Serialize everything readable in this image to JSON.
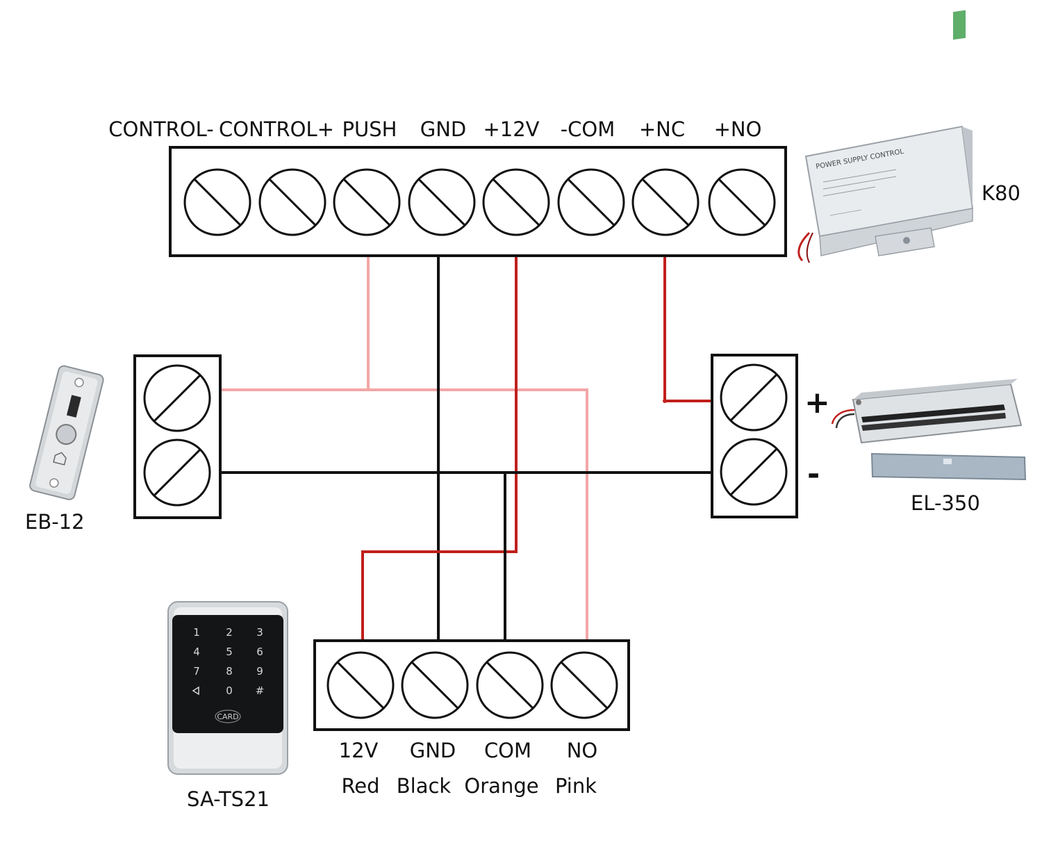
{
  "k80": {
    "name": "K80",
    "terminals": [
      "CONTROL-",
      "CONTROL+",
      "PUSH",
      "GND",
      "+12V",
      "-COM",
      "+NC",
      "+NO"
    ],
    "device_text": "POWER SUPPLY CONTROL"
  },
  "exit_button": {
    "name": "EB-12"
  },
  "lock": {
    "name": "EL-350",
    "plus": "+",
    "minus": "-"
  },
  "reader": {
    "name": "SA-TS21",
    "terminals": [
      "12V",
      "GND",
      "COM",
      "NO"
    ],
    "wire_colors": [
      "Red",
      "Black",
      "Orange",
      "Pink"
    ],
    "keys": [
      "1",
      "2",
      "3",
      "4",
      "5",
      "6",
      "7",
      "8",
      "9",
      "0",
      "#"
    ],
    "card_label": "CARD"
  },
  "colors": {
    "black": "#111111",
    "red": "#c0201c",
    "pink": "#f3a6a6"
  }
}
